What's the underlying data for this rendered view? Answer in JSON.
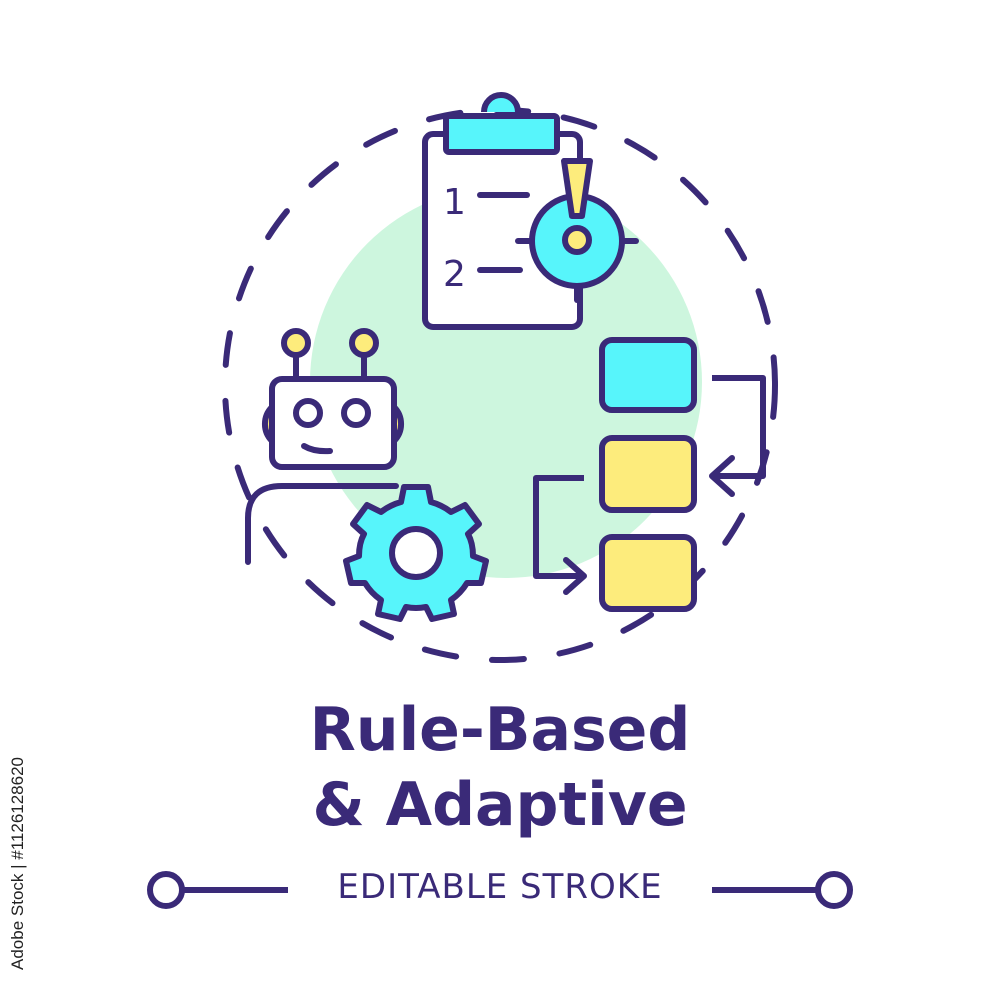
{
  "title": {
    "line1": "Rule-Based",
    "line2": "& Adaptive"
  },
  "footer": {
    "label": "EDITABLE STROKE"
  },
  "stock_id": "Adobe Stock | #1126128620",
  "colors": {
    "outline": "#3a2a78",
    "cyan": "#57f5fb",
    "yellow": "#fdec7c",
    "mint": "#cdf6de",
    "background": "#ffffff"
  },
  "icons": {
    "clipboard": "clipboard-checklist-icon",
    "target": "target-crosshair-icon",
    "alert": "exclamation-icon",
    "robot": "robot-head-icon",
    "gear": "gear-icon",
    "flow": "rule-flow-blocks-icon"
  },
  "clipboard_items": {
    "item1": "1",
    "item2": "2"
  }
}
